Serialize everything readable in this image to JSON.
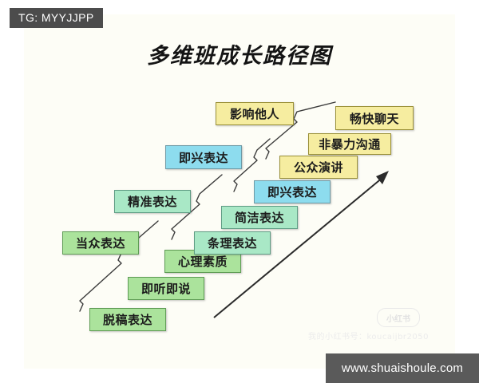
{
  "watermarks": {
    "tg_tag": "TG: MYYJJPP",
    "site": "www.shuaishoule.com",
    "xhs_badge": "小红书",
    "xhs_handle": "我的小红书号：koucaijbr2050"
  },
  "title": "多维班成长路径图",
  "colors": {
    "green": "#abe39c",
    "mint": "#a9e8c6",
    "cyan": "#8ddcee",
    "yellow": "#f6eda0",
    "paper": "#fdfdf6",
    "badge_dark": "#5a5a5a"
  },
  "nodes": [
    {
      "label": "脱稿表达",
      "color": "green"
    },
    {
      "label": "即听即说",
      "color": "green"
    },
    {
      "label": "心理素质",
      "color": "green"
    },
    {
      "label": "当众表达",
      "color": "green"
    },
    {
      "label": "条理表达",
      "color": "mint"
    },
    {
      "label": "简洁表达",
      "color": "mint"
    },
    {
      "label": "精准表达",
      "color": "mint"
    },
    {
      "label": "即兴表达",
      "color": "cyan"
    },
    {
      "label": "即兴表达",
      "color": "cyan"
    },
    {
      "label": "公众演讲",
      "color": "yellow"
    },
    {
      "label": "非暴力沟通",
      "color": "yellow"
    },
    {
      "label": "畅快聊天",
      "color": "yellow"
    },
    {
      "label": "影响他人",
      "color": "yellow"
    }
  ]
}
